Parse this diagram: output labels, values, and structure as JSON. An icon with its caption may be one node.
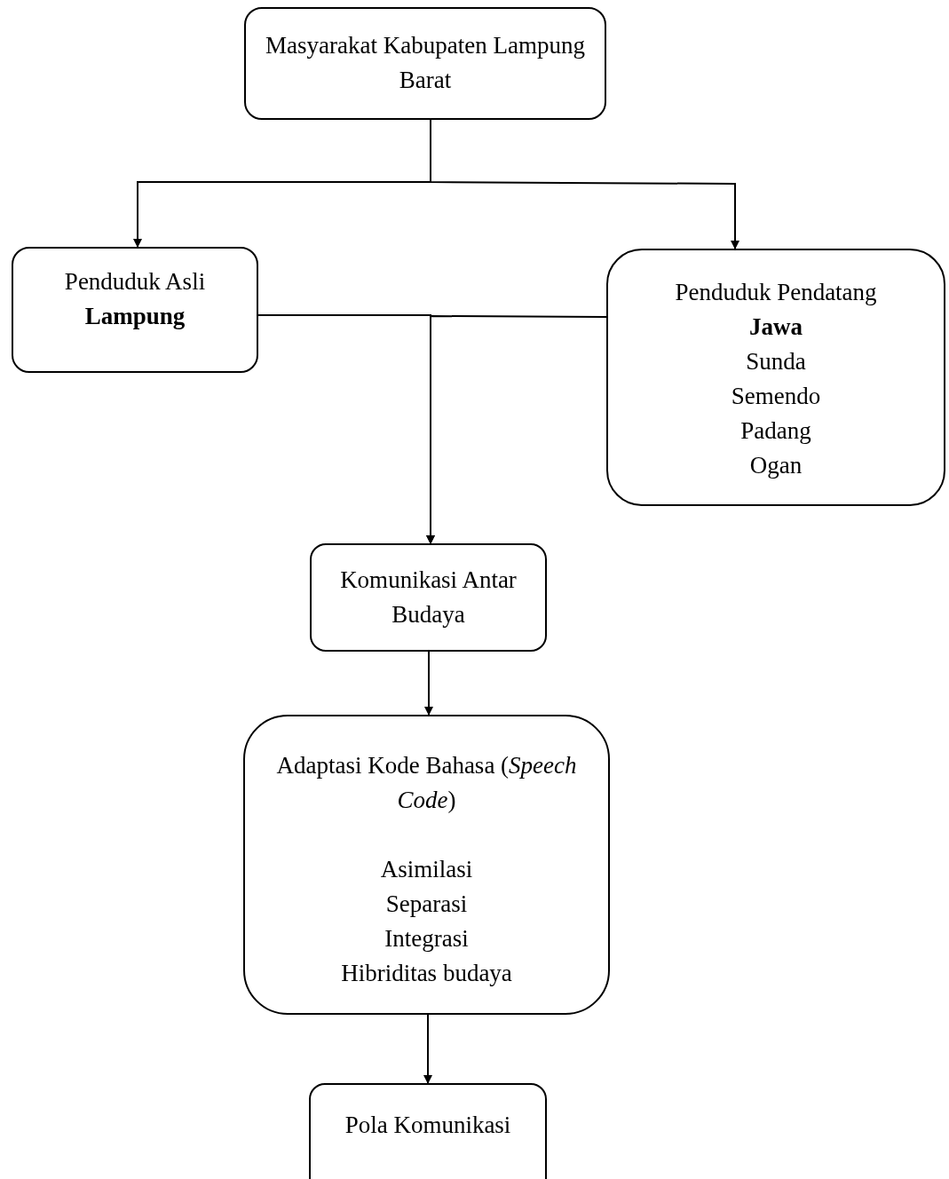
{
  "diagram": {
    "nodes": [
      {
        "text": [
          "Masyarakat Kabupaten Lampung Barat"
        ]
      },
      {
        "text": [
          "Penduduk Asli",
          "**Lampung**"
        ]
      },
      {
        "text": [
          "Penduduk Pendatang",
          "**Jawa**",
          "Sunda",
          "Semendo",
          "Padang",
          "Ogan"
        ]
      },
      {
        "text": [
          "Komunikasi Antar Budaya"
        ]
      },
      {
        "text": [
          "Adaptasi Kode Bahasa (*Speech Code*)",
          "Asimilasi",
          "Separasi",
          "Integrasi",
          "Hibriditas budaya"
        ]
      },
      {
        "text": [
          "Pola Komunikasi"
        ]
      }
    ],
    "edges": [
      {
        "from": 0,
        "to": 1,
        "arrow": "to"
      },
      {
        "from": 0,
        "to": 2,
        "arrow": "to"
      },
      {
        "from": 1,
        "to": 3,
        "arrow": "to"
      },
      {
        "from": 2,
        "to": 3,
        "arrow": "to"
      },
      {
        "from": 3,
        "to": 4,
        "arrow": "to"
      },
      {
        "from": 4,
        "to": 5,
        "arrow": "to"
      }
    ]
  }
}
